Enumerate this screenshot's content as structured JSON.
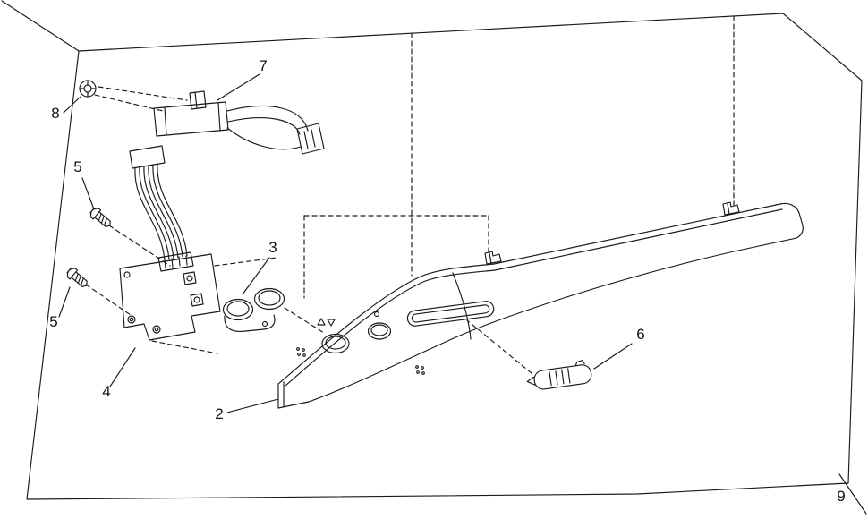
{
  "colors": {
    "line": "#1a1a1a",
    "background": "#ffffff",
    "label_text": "#111111"
  },
  "diagram": {
    "labels": {
      "part2": "2",
      "part3": "3",
      "part4": "4",
      "part5a": "5",
      "part5b": "5",
      "part6": "6",
      "part7": "7",
      "part8": "8",
      "part9": "9"
    }
  }
}
